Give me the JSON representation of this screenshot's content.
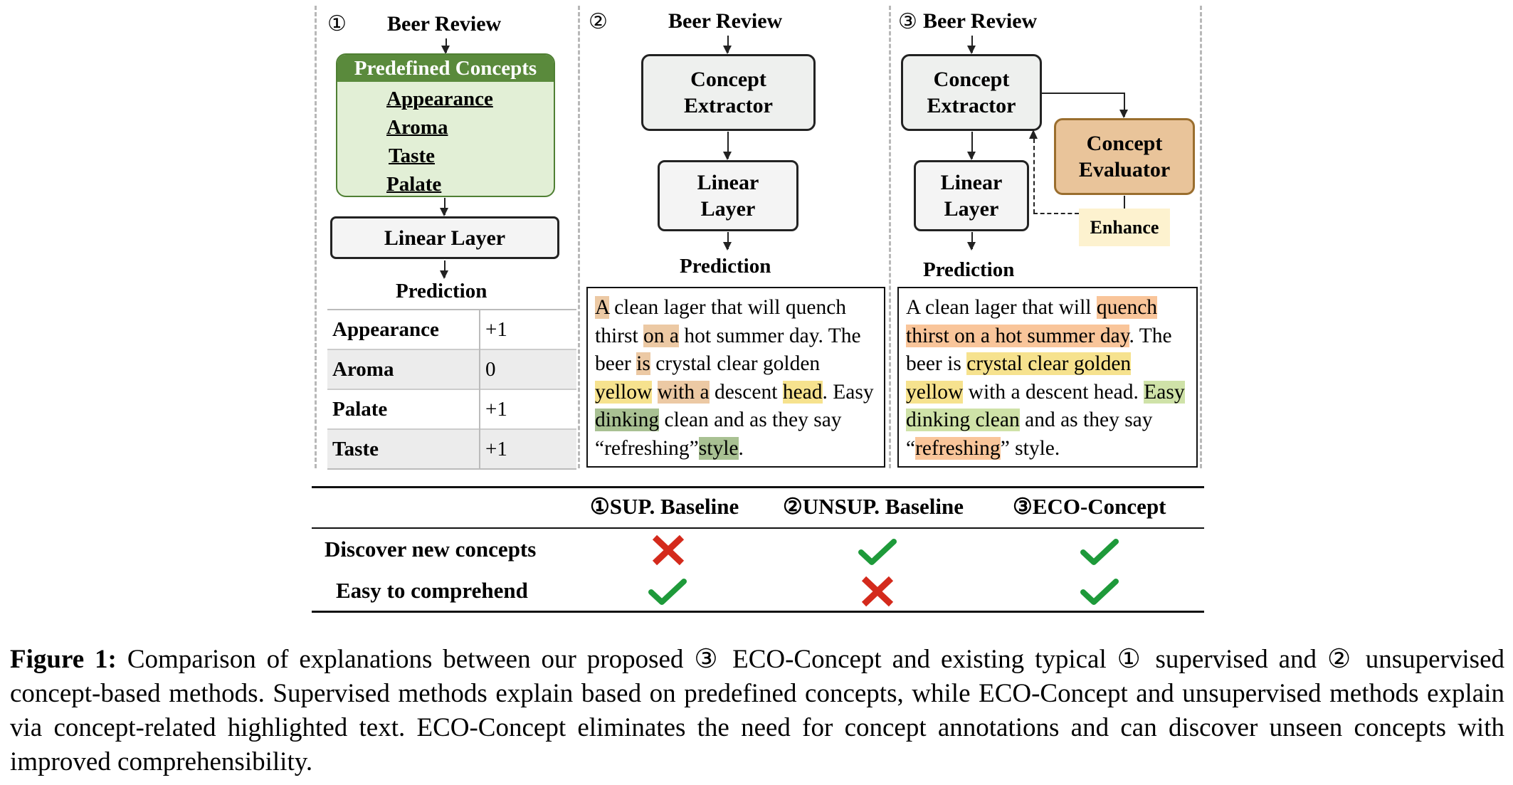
{
  "panel1": {
    "num": "①",
    "title": "Beer Review",
    "concepts_header": "Predefined Concepts",
    "concepts": [
      "Appearance",
      "Aroma",
      "Taste",
      "Palate"
    ],
    "linear": "Linear Layer",
    "prediction": "Prediction",
    "table": [
      {
        "name": "Appearance",
        "value": "+1"
      },
      {
        "name": "Aroma",
        "value": "0"
      },
      {
        "name": "Palate",
        "value": "+1"
      },
      {
        "name": "Taste",
        "value": "+1"
      }
    ]
  },
  "panel2": {
    "num": "②",
    "title": "Beer Review",
    "extractor": "Concept Extractor",
    "linear": "Linear Layer",
    "prediction": "Prediction"
  },
  "panel3": {
    "num": "③",
    "title": "Beer Review",
    "extractor": "Concept Extractor",
    "linear": "Linear Layer",
    "evaluator": "Concept Evaluator",
    "enhance": "Enhance",
    "prediction": "Prediction"
  },
  "compare": {
    "headers": [
      "①SUP. Baseline",
      "②UNSUP. Baseline",
      "③ECO-Concept"
    ],
    "rows": [
      {
        "label": "Discover new concepts",
        "marks": [
          "cross",
          "check",
          "check"
        ]
      },
      {
        "label": "Easy to comprehend",
        "marks": [
          "check",
          "cross",
          "check"
        ]
      }
    ]
  },
  "colors": {
    "check": "#1e9a3a",
    "cross": "#d42a1c",
    "concept_green": "#5a8a3c",
    "evaluator": "#e9c49a"
  },
  "caption": {
    "label": "Figure 1:",
    "text": " Comparison of explanations between our proposed ③ ECO-Concept and existing typical ① supervised and ② unsupervised concept-based methods. Supervised methods explain based on predefined concepts, while ECO-Concept and unsupervised methods explain via concept-related highlighted text. ECO-Concept eliminates the need for concept annotations and can discover unseen concepts with improved comprehensibility."
  }
}
